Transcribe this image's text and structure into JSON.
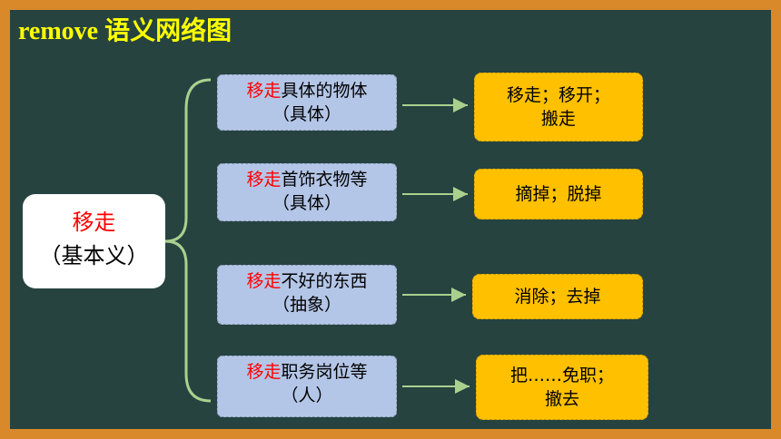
{
  "title": "remove 语义网络图",
  "root": {
    "word": "移走",
    "note": "（基本义）"
  },
  "senses": [
    {
      "highlight": "移走",
      "rest": "具体的物体",
      "category": "（具体）",
      "meaning_line1": "移走；移开；",
      "meaning_line2": "搬走"
    },
    {
      "highlight": "移走",
      "rest": "首饰衣物等",
      "category": "（具体）",
      "meaning_line1": "摘掉；脱掉",
      "meaning_line2": ""
    },
    {
      "highlight": "移走",
      "rest": "不好的东西",
      "category": "（抽象）",
      "meaning_line1": "消除；去掉",
      "meaning_line2": ""
    },
    {
      "highlight": "移走",
      "rest": "职务岗位等",
      "category": "（人）",
      "meaning_line1": "把……免职；",
      "meaning_line2": "撤去"
    }
  ],
  "colors": {
    "frame": "#d9892a",
    "board": "#264340",
    "title": "#ffff00",
    "sense_box": "#b4c6e7",
    "meaning_box": "#ffc000",
    "connector": "#a9d18e",
    "highlight": "#ff0000"
  }
}
